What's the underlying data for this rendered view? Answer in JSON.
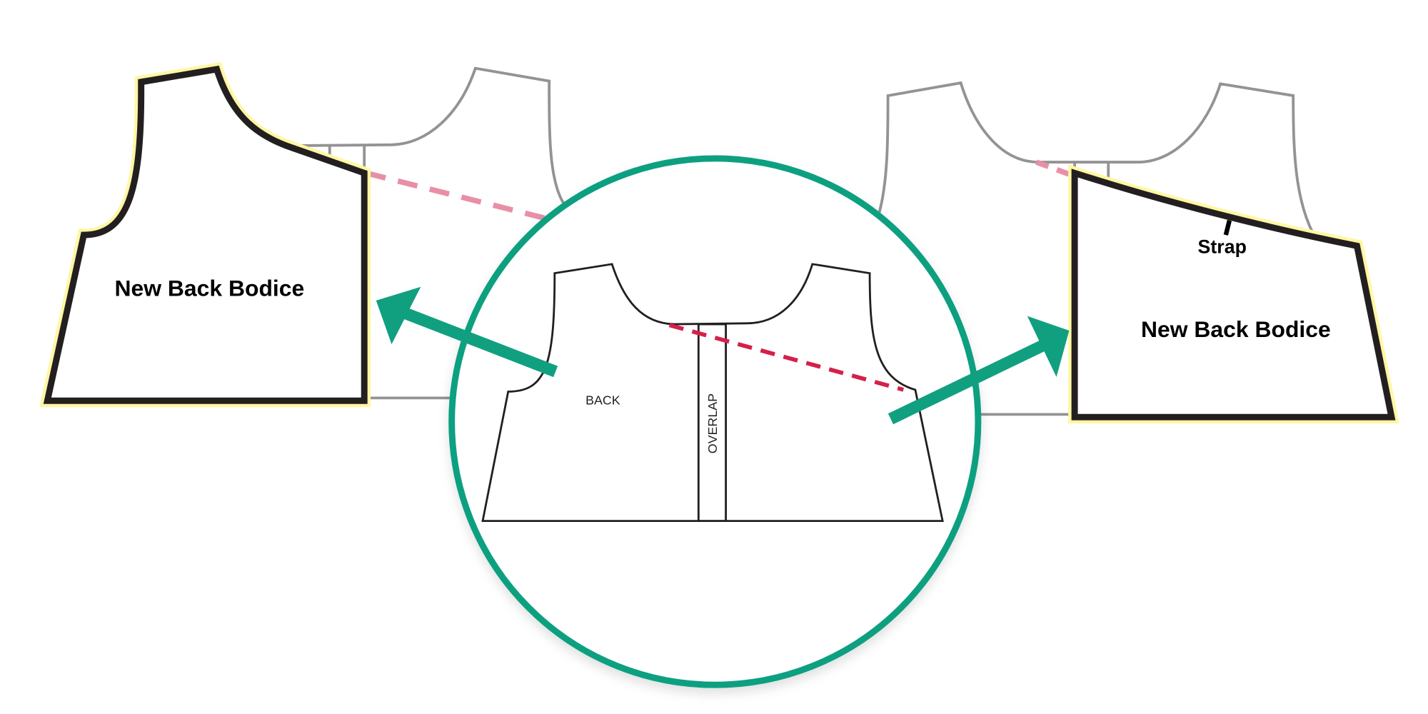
{
  "labels": {
    "left_piece": "New Back Bodice",
    "right_piece": "New Back Bodice",
    "strap": "Strap",
    "center_back": "BACK",
    "center_overlap": "OVERLAP"
  },
  "colors": {
    "circle": "#10a080",
    "arrow": "#10a080",
    "dash_strong": "#d4204a",
    "dash_faint": "#e88fa6",
    "highlight": "#fff7a3",
    "outline": "#231f20",
    "ghost": "#939393"
  }
}
